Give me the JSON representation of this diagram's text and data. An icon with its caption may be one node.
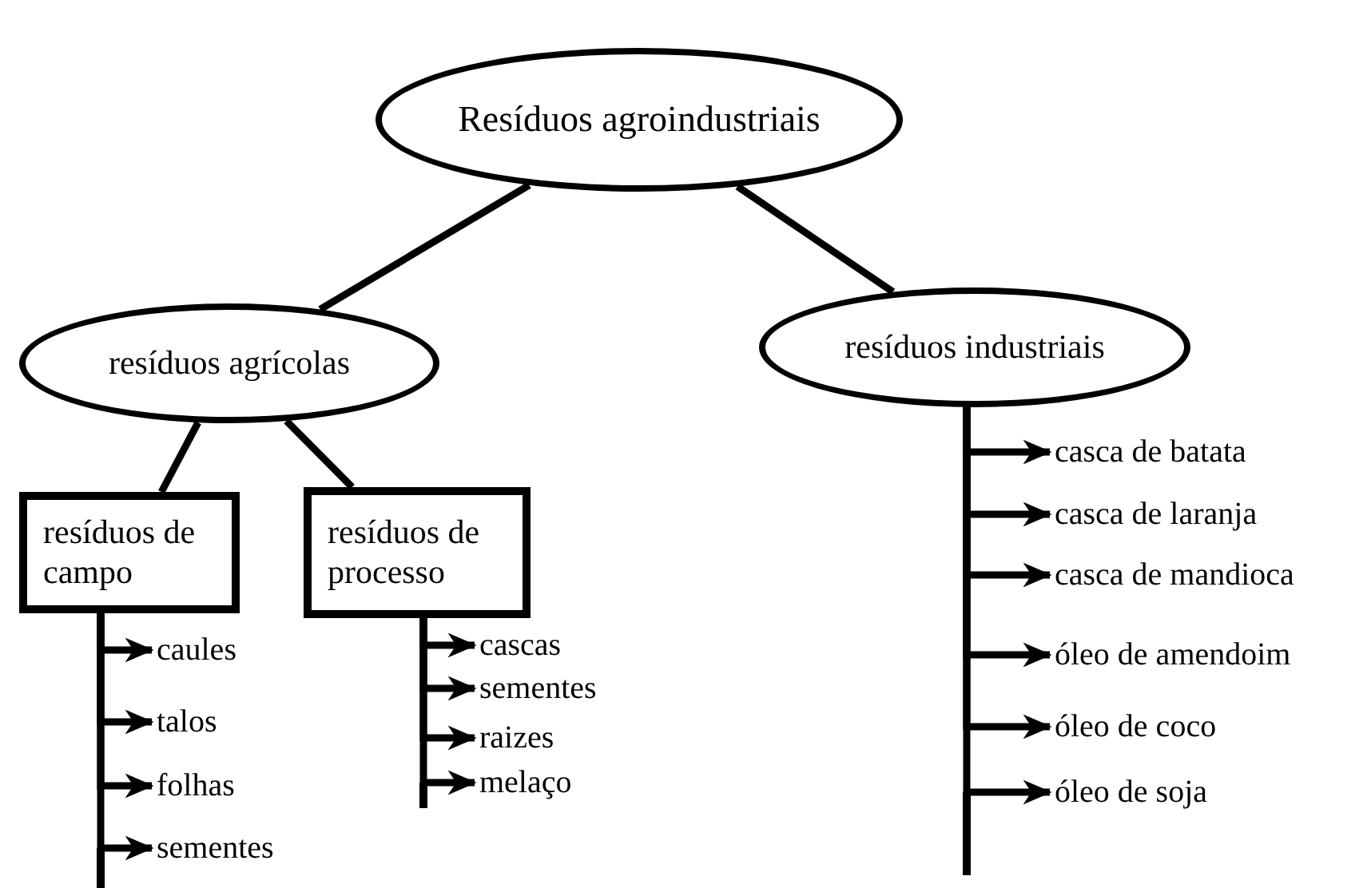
{
  "diagram": {
    "nodes": [
      {
        "text": [
          "Resíduos agroindustriais"
        ]
      },
      {
        "text": [
          "resíduos agrícolas"
        ]
      },
      {
        "text": [
          "resíduos industriais"
        ]
      },
      {
        "text": [
          "resíduos de campo"
        ]
      },
      {
        "text": [
          "resíduos de processo"
        ]
      },
      {
        "text": [
          "caules"
        ]
      },
      {
        "text": [
          "talos"
        ]
      },
      {
        "text": [
          "folhas"
        ]
      },
      {
        "text": [
          "sementes"
        ]
      },
      {
        "text": [
          "cascas"
        ]
      },
      {
        "text": [
          "sementes"
        ]
      },
      {
        "text": [
          "raizes"
        ]
      },
      {
        "text": [
          "melaço"
        ]
      },
      {
        "text": [
          "casca de batata"
        ]
      },
      {
        "text": [
          "casca de laranja"
        ]
      },
      {
        "text": [
          "casca de mandioca"
        ]
      },
      {
        "text": [
          "óleo de amendoim"
        ]
      },
      {
        "text": [
          "óleo de coco"
        ]
      },
      {
        "text": [
          "óleo de soja"
        ]
      }
    ],
    "edges": [
      {
        "from": 0,
        "to": 1,
        "arrow": "none"
      },
      {
        "from": 0,
        "to": 2,
        "arrow": "none"
      },
      {
        "from": 1,
        "to": 3,
        "arrow": "none"
      },
      {
        "from": 1,
        "to": 4,
        "arrow": "none"
      },
      {
        "from": 3,
        "to": 5,
        "arrow": "to"
      },
      {
        "from": 3,
        "to": 6,
        "arrow": "to"
      },
      {
        "from": 3,
        "to": 7,
        "arrow": "to"
      },
      {
        "from": 3,
        "to": 8,
        "arrow": "to"
      },
      {
        "from": 4,
        "to": 9,
        "arrow": "to"
      },
      {
        "from": 4,
        "to": 10,
        "arrow": "to"
      },
      {
        "from": 4,
        "to": 11,
        "arrow": "to"
      },
      {
        "from": 4,
        "to": 12,
        "arrow": "to"
      },
      {
        "from": 2,
        "to": 13,
        "arrow": "to"
      },
      {
        "from": 2,
        "to": 14,
        "arrow": "to"
      },
      {
        "from": 2,
        "to": 15,
        "arrow": "to"
      },
      {
        "from": 2,
        "to": 16,
        "arrow": "to"
      },
      {
        "from": 2,
        "to": 17,
        "arrow": "to"
      },
      {
        "from": 2,
        "to": 18,
        "arrow": "to"
      }
    ]
  }
}
